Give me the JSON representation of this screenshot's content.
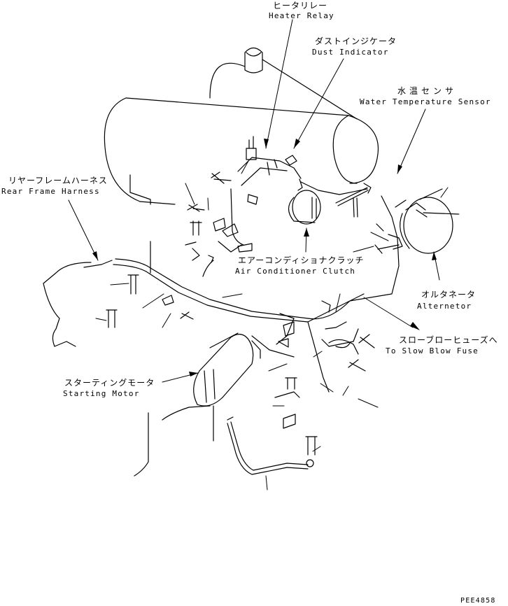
{
  "labels": {
    "heater_relay": {
      "jp": "ヒータリレー",
      "en": "Heater Relay"
    },
    "dust_indicator": {
      "jp": "ダストインジケータ",
      "en": "Dust Indicator"
    },
    "water_temp_sensor": {
      "jp": "水温センサ",
      "en": "Water Temperature Sensor"
    },
    "rear_frame_harness": {
      "jp": "リヤーフレームハーネス",
      "en": "Rear Frame Harness"
    },
    "ac_clutch": {
      "jp": "エアーコンディショナクラッチ",
      "en": "Air Conditioner Clutch"
    },
    "alternator": {
      "jp": "オルタネータ",
      "en": "Alternetor"
    },
    "slow_blow_fuse": {
      "jp": "スローブローヒューズへ",
      "en": "To Slow Blow Fuse"
    },
    "starting_motor": {
      "jp": "スターティングモータ",
      "en": "Starting Motor"
    }
  },
  "drawing_code": "PEE4858"
}
